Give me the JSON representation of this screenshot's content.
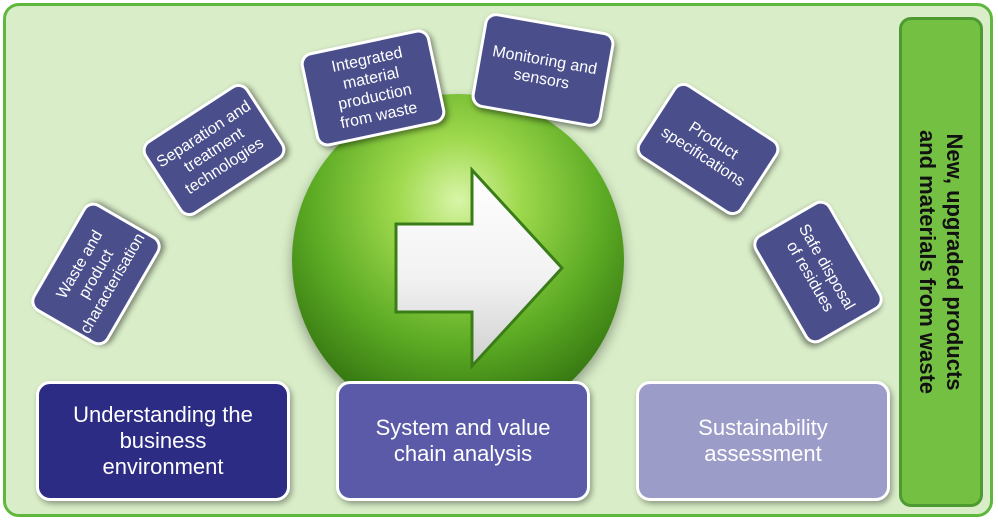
{
  "diagram": {
    "steps": [
      {
        "label": "Waste and\nproduct\ncharacterisation"
      },
      {
        "label": "Separation and\ntreatment\ntechnologies"
      },
      {
        "label": "Integrated\nmaterial\nproduction\nfrom waste"
      },
      {
        "label": "Monitoring and\nsensors"
      },
      {
        "label": "Product\nspecifications"
      },
      {
        "label": "Safe disposal\nof residues"
      }
    ],
    "bases": [
      {
        "label": "Understanding the\nbusiness\nenvironment",
        "color": "#2c2c84"
      },
      {
        "label": "System and value\nchain analysis",
        "color": "#5b5aa8"
      },
      {
        "label": "Sustainability\nassessment",
        "color": "#9c9cc8"
      }
    ],
    "outcome": "New, upgraded products\nand materials from waste",
    "colors": {
      "frame_border": "#5fb83d",
      "frame_fill": "#d9edc8",
      "sidebar_fill": "#74c042",
      "step_fill": "#4a4f8c",
      "orb": "#5cab24"
    },
    "icons": {
      "center": "green-orb-with-right-arrow-icon"
    }
  }
}
